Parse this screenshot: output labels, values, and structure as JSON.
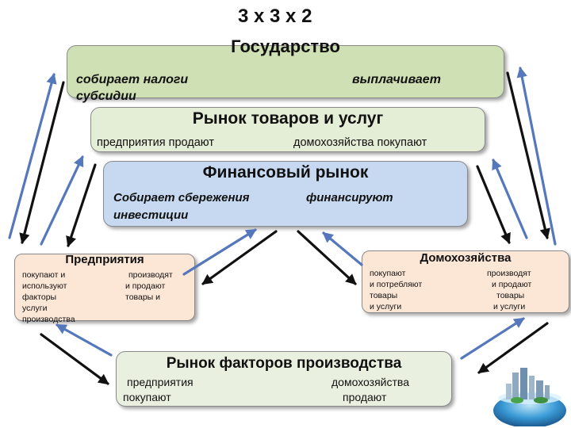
{
  "header": {
    "text": "3 х 3 х 2"
  },
  "state": {
    "title": "Государство",
    "left": "собирает налоги",
    "right": "выплачивает",
    "wrap": "субсидии"
  },
  "goods_market": {
    "title": "Рынок товаров и услуг",
    "left": "предприятия  продают",
    "right": "домохозяйства покупают"
  },
  "financial_market": {
    "title": "Финансовый рынок",
    "left": "Собирает сбережения",
    "right": "финансируют",
    "wrap": "инвестиции"
  },
  "firms": {
    "title": "Предприятия",
    "rows": [
      [
        "покупают и",
        "производят"
      ],
      [
        "используют",
        "и продают"
      ],
      [
        "факторы",
        "товары и"
      ],
      [
        "услуги",
        ""
      ],
      [
        "производства",
        ""
      ]
    ]
  },
  "households": {
    "title": "Домохозяйства",
    "rows": [
      [
        "покупают",
        "производят"
      ],
      [
        "и потребляют",
        "и продают"
      ],
      [
        "товары",
        "товары"
      ],
      [
        "и услуги",
        "и услуги"
      ]
    ]
  },
  "factor_market": {
    "title": "Рынок факторов производства",
    "row1_left": "предприятия",
    "row1_right": "домохозяйства",
    "row2_left": "покупают",
    "row2_right": "продают"
  },
  "colors": {
    "state_fill": "#cfe0b4",
    "goods_fill": "#e4edd6",
    "financial_fill": "#c7d9f1",
    "agent_fill": "#fce6d6",
    "factor_fill": "#eaf0e0",
    "black_arrow": "#111111",
    "blue_arrow": "#5577bb"
  }
}
